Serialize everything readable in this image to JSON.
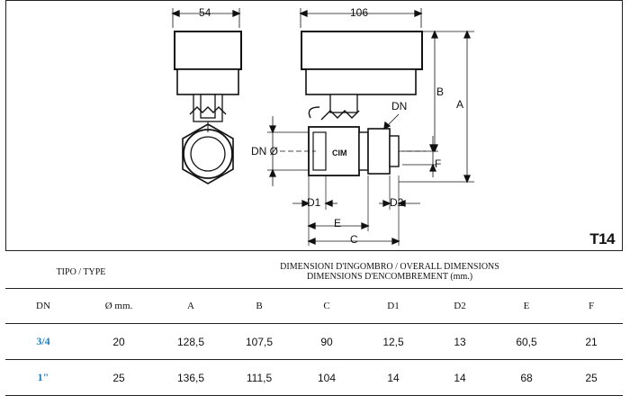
{
  "drawing": {
    "sheet_code": "T14",
    "labels": {
      "width_side": "54",
      "width_front": "106",
      "a": "A",
      "b": "B",
      "c": "C",
      "d1": "D1",
      "d2": "D2",
      "e": "E",
      "f": "F",
      "dn": "DN",
      "dn_dia": "DN Ø"
    }
  },
  "table": {
    "type_header": "TIPO / TYPE",
    "dims_header_line1": "DIMENSIONI D'INGOMBRO / OVERALL DIMENSIONS",
    "dims_header_line2": "DIMENSIONS D'ENCOMBREMENT (mm.)",
    "columns": [
      "DN",
      "Ø mm.",
      "A",
      "B",
      "C",
      "D1",
      "D2",
      "E",
      "F"
    ],
    "rows": [
      [
        "3/4",
        "20",
        "128,5",
        "107,5",
        "90",
        "12,5",
        "13",
        "60,5",
        "21"
      ],
      [
        "1\"",
        "25",
        "136,5",
        "111,5",
        "104",
        "14",
        "14",
        "68",
        "25"
      ]
    ]
  }
}
